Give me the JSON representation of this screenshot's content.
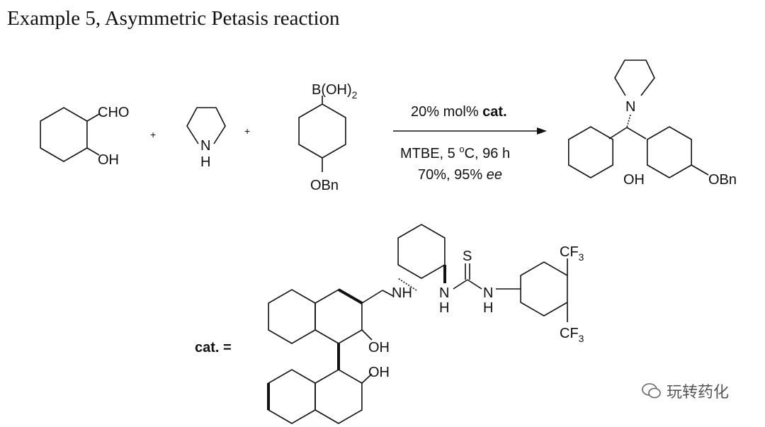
{
  "title": "Example 5, Asymmetric Petasis reaction",
  "reactants": {
    "aldehyde": {
      "cho": "CHO",
      "oh": "OH"
    },
    "plus1": "+",
    "amine": {
      "n": "N",
      "h": "H"
    },
    "plus2": "+",
    "boronic_acid": {
      "b": "B(OH)",
      "sub": "2",
      "obn": "OBn"
    }
  },
  "conditions": {
    "cat_prefix": "20% mol% ",
    "cat": "cat.",
    "line2_a": "MTBE, 5 ",
    "line2_sup": "o",
    "line2_b": "C, 96 h",
    "line3_a": "70%, 95% ",
    "line3_ee": "ee"
  },
  "product": {
    "n": "N",
    "oh": "OH",
    "obn": "OBn"
  },
  "catalyst": {
    "label": "cat. =",
    "nh1": "NH",
    "n2": "N",
    "h2": "H",
    "s": "S",
    "n3": "N",
    "h3": "H",
    "cf3_top": "CF",
    "cf3_bottom": "CF",
    "sub3": "3",
    "oh1": "OH",
    "oh2": "OH"
  },
  "watermark": "玩转药化"
}
